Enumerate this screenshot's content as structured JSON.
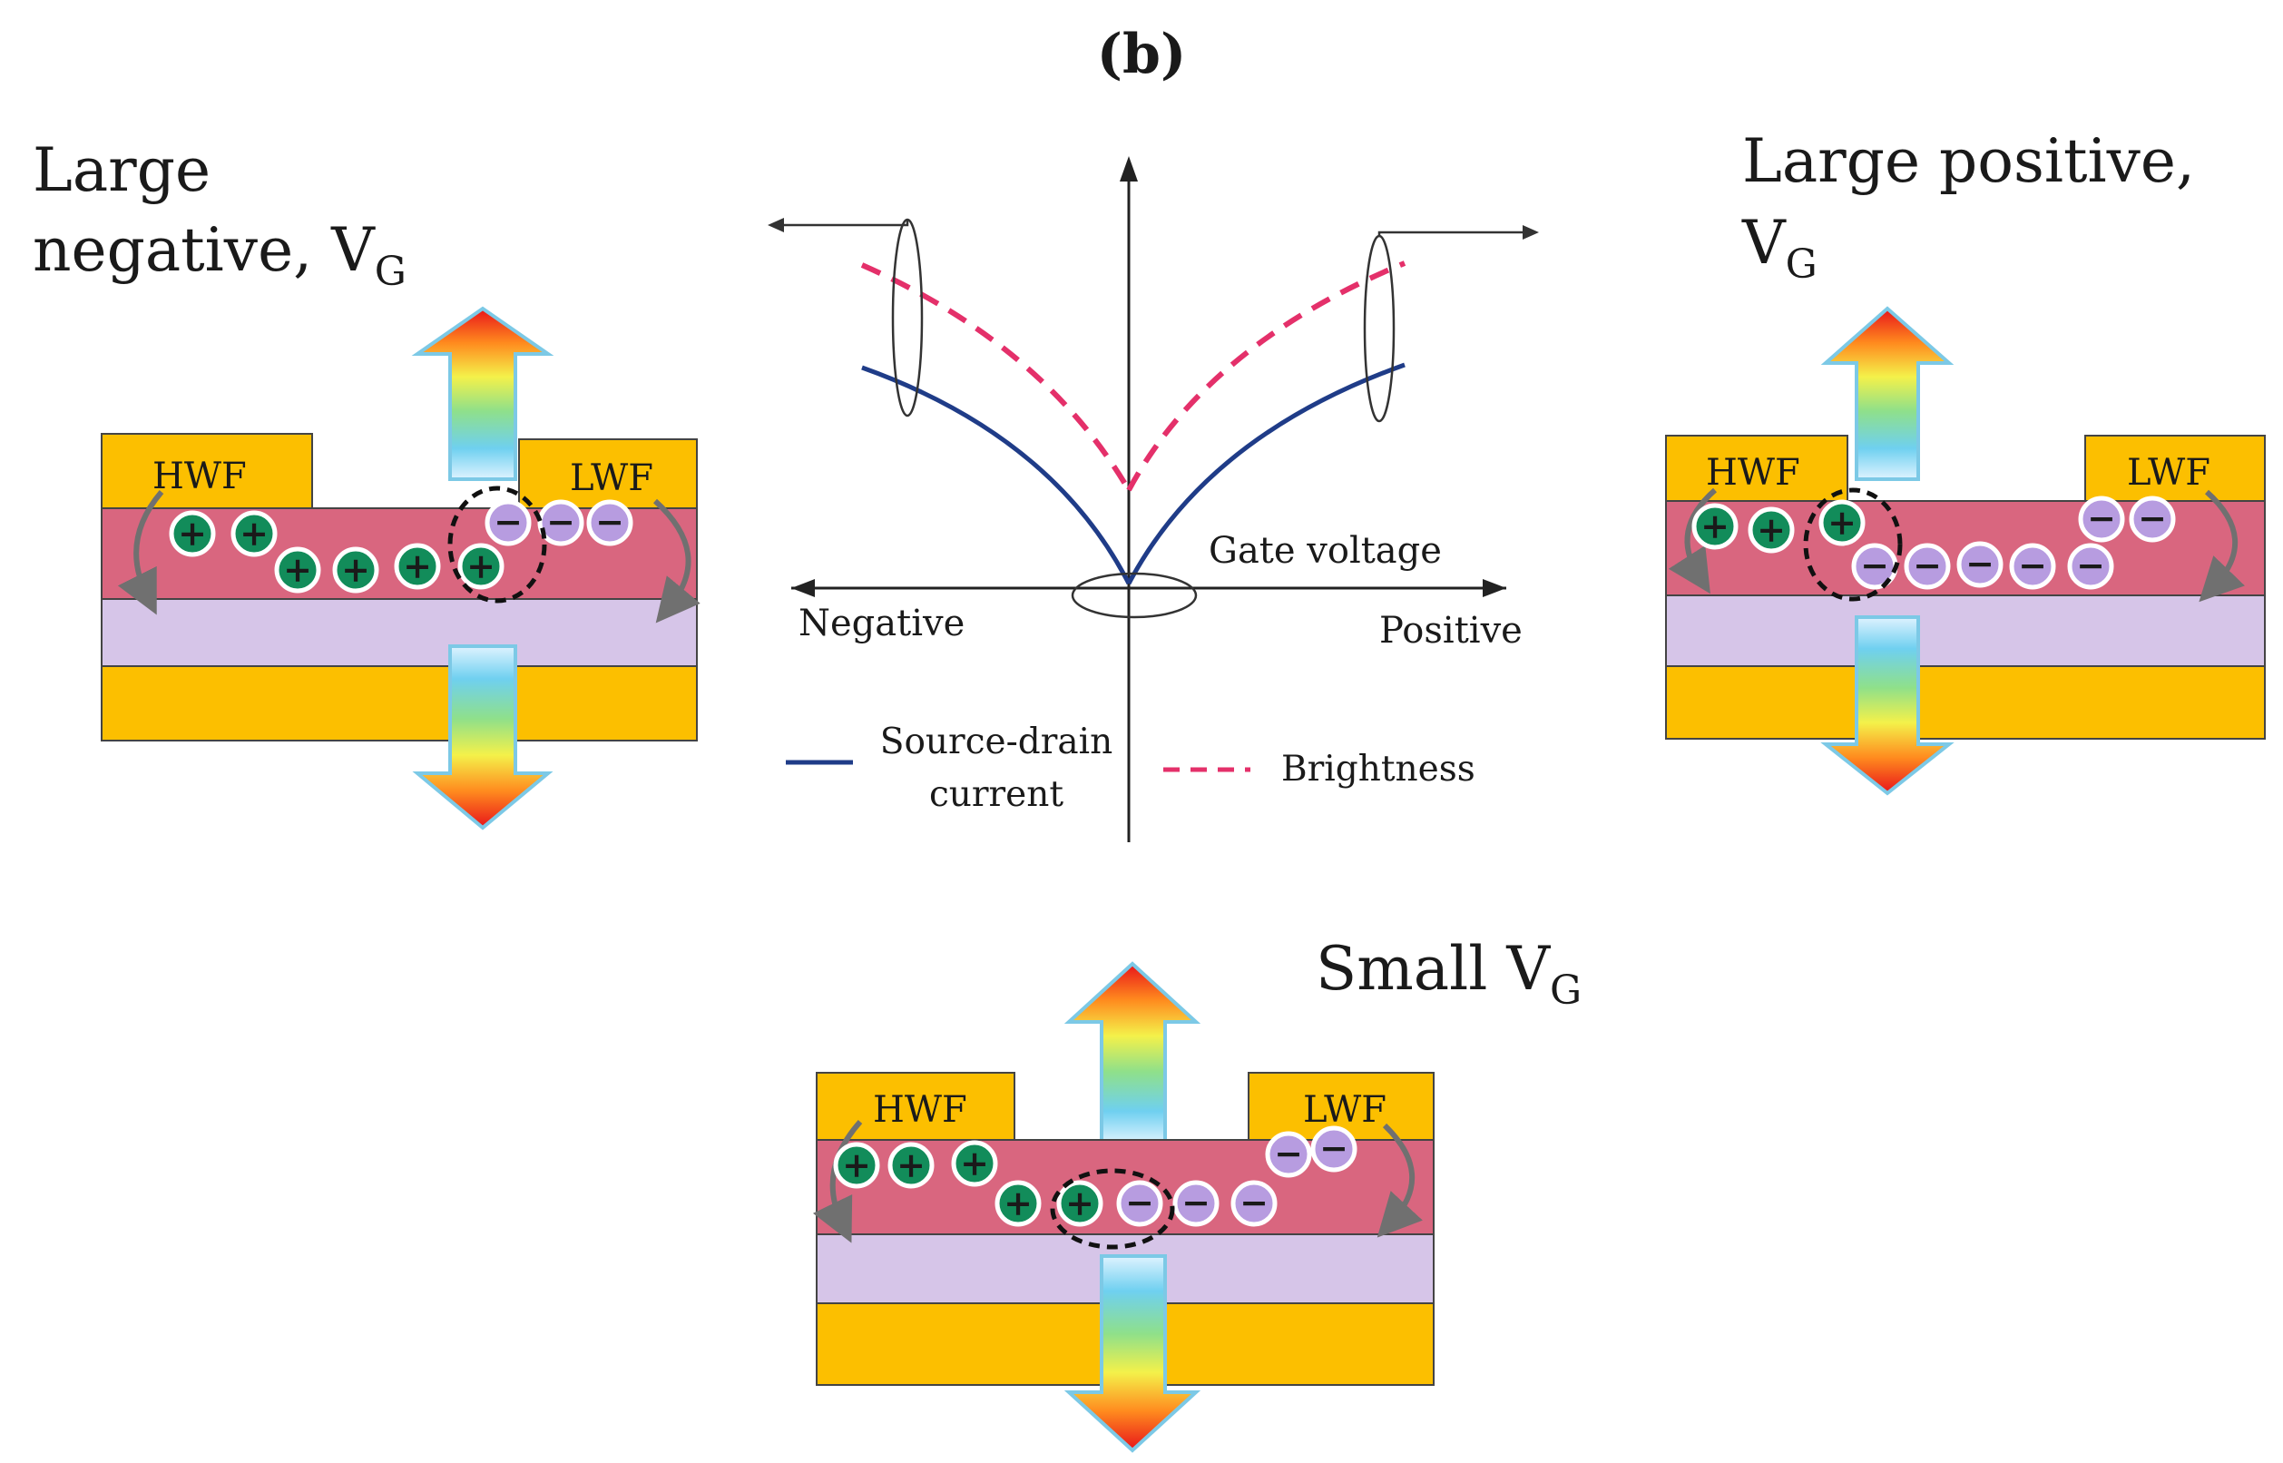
{
  "panel_label": "b",
  "graph": {
    "x_axis_label": "Gate voltage",
    "x_negative": "Negative",
    "x_positive": "Positive",
    "legend": [
      {
        "label_line1": "Source-drain",
        "label_line2": "current",
        "color": "#1f3c88",
        "style": "solid"
      },
      {
        "label": "Brightness",
        "color": "#e4306a",
        "style": "dashed"
      }
    ]
  },
  "devices": [
    {
      "id": "left",
      "title_line1": "Large",
      "title_line2": "negative, V",
      "subscript": "G",
      "left_electrode": "HWF",
      "right_electrode": "LWF"
    },
    {
      "id": "right",
      "title_line1": "Large positive,",
      "title_line2": "V",
      "subscript": "G",
      "left_electrode": "HWF",
      "right_electrode": "LWF"
    },
    {
      "id": "bottom",
      "title_line1": "Small V",
      "subscript": "G",
      "left_electrode": "HWF",
      "right_electrode": "LWF"
    }
  ],
  "colors": {
    "electrode": "#fcbf00",
    "emissive_layer": "#d9667f",
    "dielectric": "#d6c5e8",
    "hole": "#128c5a",
    "electron": "#b79ce0",
    "current_line": "#1f3c88",
    "brightness_line": "#e4306a"
  }
}
